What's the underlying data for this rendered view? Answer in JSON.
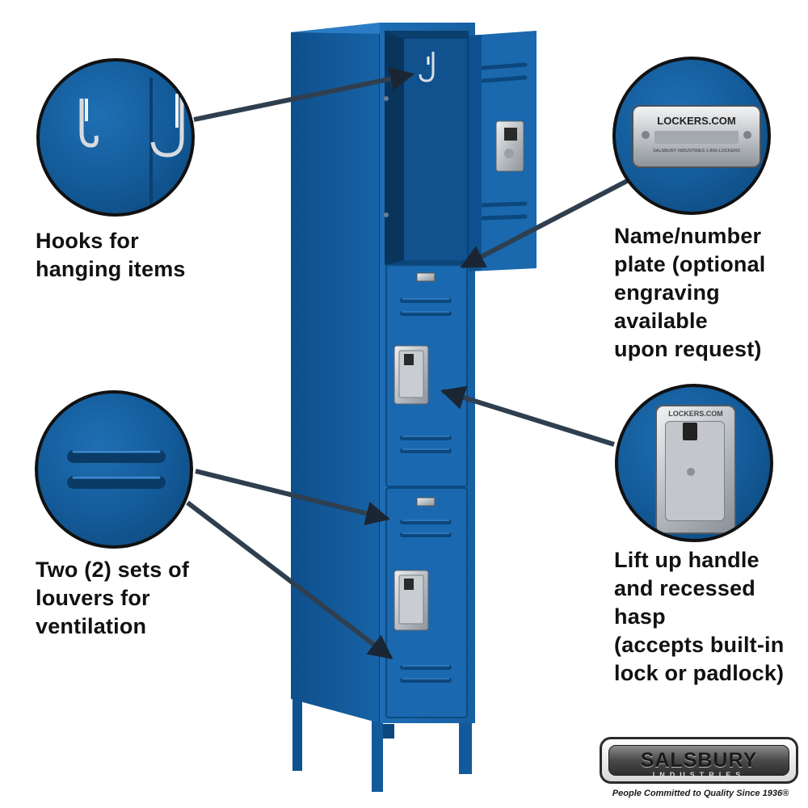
{
  "callouts": {
    "hooks": "Hooks for\nhanging items",
    "nameplate": "Name/number\nplate (optional\nengraving available\nupon request)",
    "louvers": "Two (2) sets of\nlouvers for\nventilation",
    "handle": "Lift up handle\nand recessed hasp\n(accepts built-in\nlock or padlock)"
  },
  "nameplate_detail": {
    "title": "LOCKERS.COM",
    "line": "SALSBURY INDUSTRIES   1-800-LOCKERS"
  },
  "handle_detail": {
    "stamp": "LOCKERS.COM"
  },
  "logo": {
    "brand": "SALSBURY",
    "sub": "INDUSTRIES",
    "tagline": "People Committed to Quality Since 1936®"
  },
  "colors": {
    "locker_blue": "#1a65a6",
    "locker_dark": "#0d4a80",
    "arrow": "#2f3f4f",
    "steel": "#c9ccd0"
  }
}
